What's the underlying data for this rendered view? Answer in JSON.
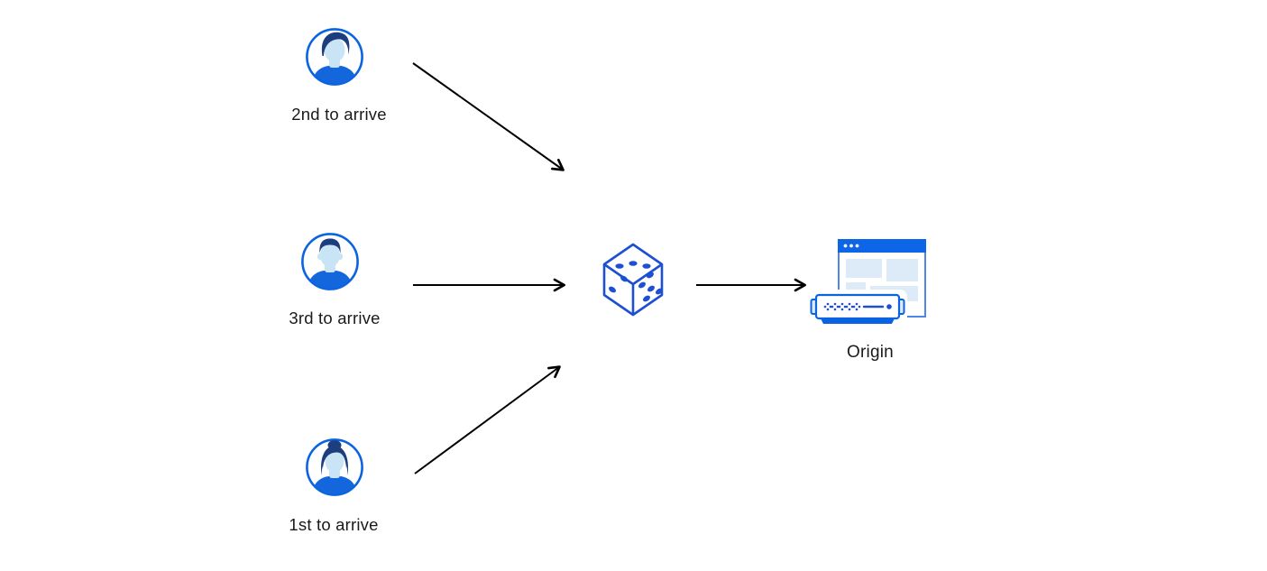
{
  "diagram": {
    "title": "request-coalescing-random-diagram",
    "nodes": {
      "user_second": {
        "label": "2nd to arrive"
      },
      "user_third": {
        "label": "3rd to arrive"
      },
      "user_first": {
        "label": "1st to arrive"
      },
      "origin": {
        "label": "Origin"
      }
    },
    "icons": {
      "user_second": "male-avatar-quiff-icon",
      "user_third": "male-avatar-short-hair-icon",
      "user_first": "female-avatar-bun-icon",
      "randomizer": "dice-icon",
      "origin": "browser-window-with-server-icon"
    },
    "edges": [
      {
        "from": "user_second",
        "to": "randomizer"
      },
      {
        "from": "user_third",
        "to": "randomizer"
      },
      {
        "from": "user_first",
        "to": "randomizer"
      },
      {
        "from": "randomizer",
        "to": "origin"
      }
    ],
    "colors": {
      "ring_blue": "#0a63e0",
      "shirt_blue": "#1466dc",
      "hair_navy": "#1c3e7e",
      "face_light_blue": "#c9e4f5",
      "dice_blue": "#1d4fd4",
      "window_border_blue": "#4d86e6",
      "titlebar_blue": "#0d66e8",
      "content_pale_blue": "#ddeaf8",
      "arrow_black": "#000000"
    }
  }
}
